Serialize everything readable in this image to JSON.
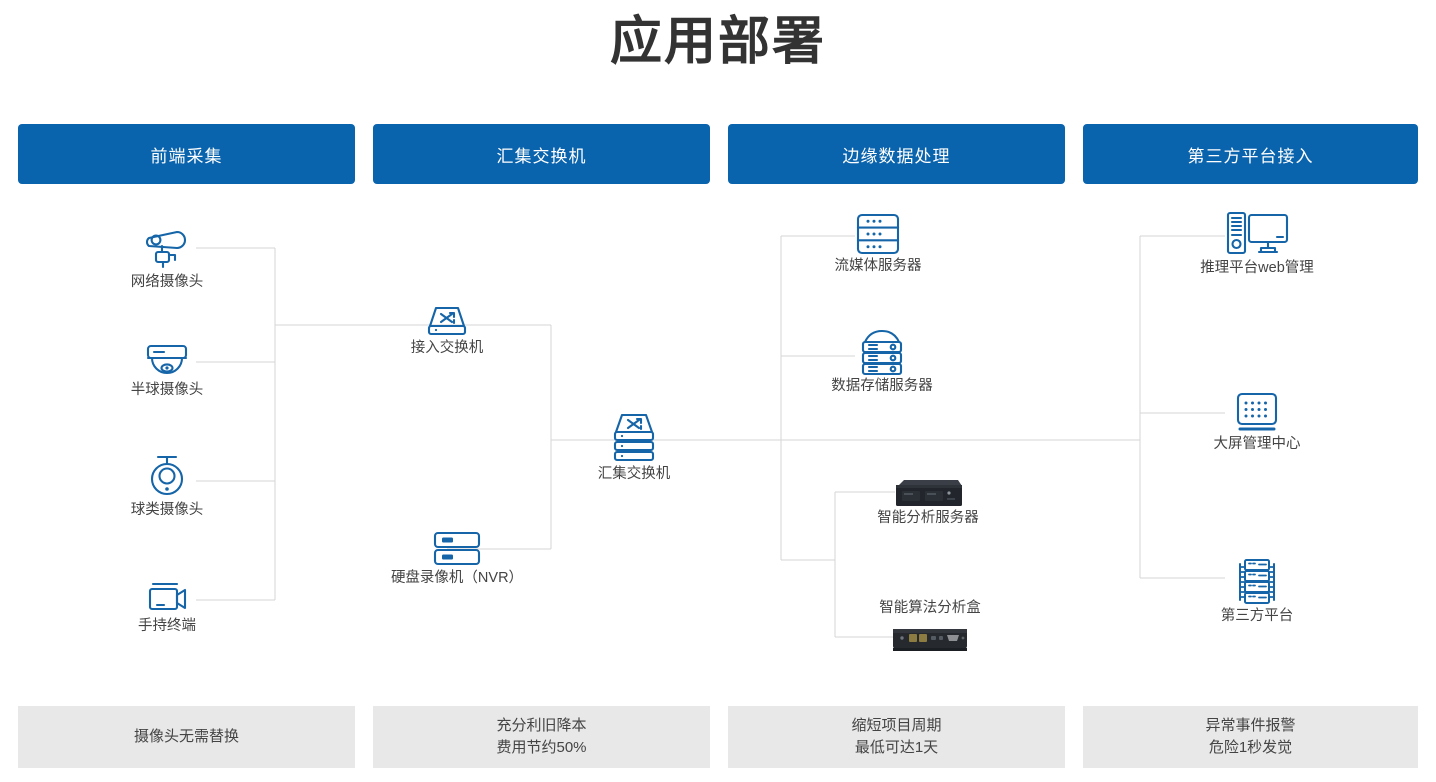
{
  "page": {
    "title": "应用部署",
    "accent_color": "#0a63ad",
    "icon_color": "#1565a8",
    "wire_color": "#d6d6d6",
    "footer_bg": "#e8e8e8"
  },
  "columns": [
    {
      "header": "前端采集",
      "footer": [
        "摄像头无需替换"
      ]
    },
    {
      "header": "汇集交换机",
      "footer": [
        "充分利旧降本",
        "费用节约50%"
      ]
    },
    {
      "header": "边缘数据处理",
      "footer": [
        "缩短项目周期",
        "最低可达1天"
      ]
    },
    {
      "header": "第三方平台接入",
      "footer": [
        "异常事件报警",
        "危险1秒发觉"
      ]
    }
  ],
  "nodes": {
    "col1": [
      {
        "label": "网络摄像头",
        "icon": "bullet-camera-icon"
      },
      {
        "label": "半球摄像头",
        "icon": "dome-camera-icon"
      },
      {
        "label": "球类摄像头",
        "icon": "ptz-camera-icon"
      },
      {
        "label": "手持终端",
        "icon": "handheld-camcorder-icon"
      }
    ],
    "col2": [
      {
        "label": "接入交换机",
        "icon": "network-switch-icon"
      },
      {
        "label": "硬盘录像机（NVR）",
        "icon": "nvr-icon"
      }
    ],
    "col_mid": [
      {
        "label": "汇集交换机",
        "icon": "stacked-switch-icon"
      }
    ],
    "col3": [
      {
        "label": "流媒体服务器",
        "icon": "rack-server-icon"
      },
      {
        "label": "数据存储服务器",
        "icon": "storage-server-icon"
      },
      {
        "label": "智能分析服务器",
        "icon": "analysis-server-photo"
      },
      {
        "label": "智能算法分析盒",
        "icon": "algorithm-box-photo"
      }
    ],
    "col4": [
      {
        "label": "推理平台web管理",
        "icon": "desktop-pc-icon"
      },
      {
        "label": "大屏管理中心",
        "icon": "video-wall-icon"
      },
      {
        "label": "第三方平台",
        "icon": "server-rack-icon"
      }
    ]
  }
}
